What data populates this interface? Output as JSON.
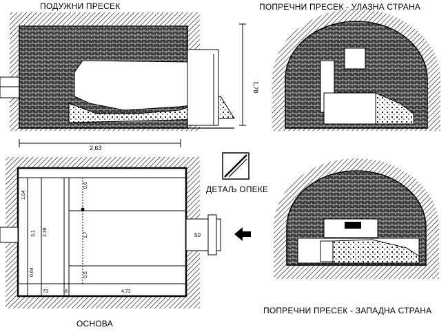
{
  "labels": {
    "longitudinal_section": "ПОДУЖНИ ПРЕСЕК",
    "cross_section_entrance": "ПОПРЕЧНИ ПРЕСЕК - УЛАЗНА СТРАНА",
    "cross_section_west": "ПОПРЕЧНИ ПРЕСЕК - ЗАПАДНА СТРАНА",
    "brick_detail": "ДЕТАЉ ОПЕКЕ",
    "plan": "ОСНОВА"
  },
  "dimensions": {
    "section_height": "1,78",
    "section_length": "2,63",
    "plan_total_width": "3,1",
    "plan_top_segment": "1,04",
    "plan_mid_segment": "2,39",
    "plan_bottom_segment": "0,64",
    "plan_right_top": "0,6",
    "plan_right_mid": "1,7",
    "plan_right_bottom": "0,5",
    "plan_bottom_left": "73",
    "plan_bottom_small": "8",
    "plan_bottom_right": "4,72",
    "entrance_width": "50"
  }
}
